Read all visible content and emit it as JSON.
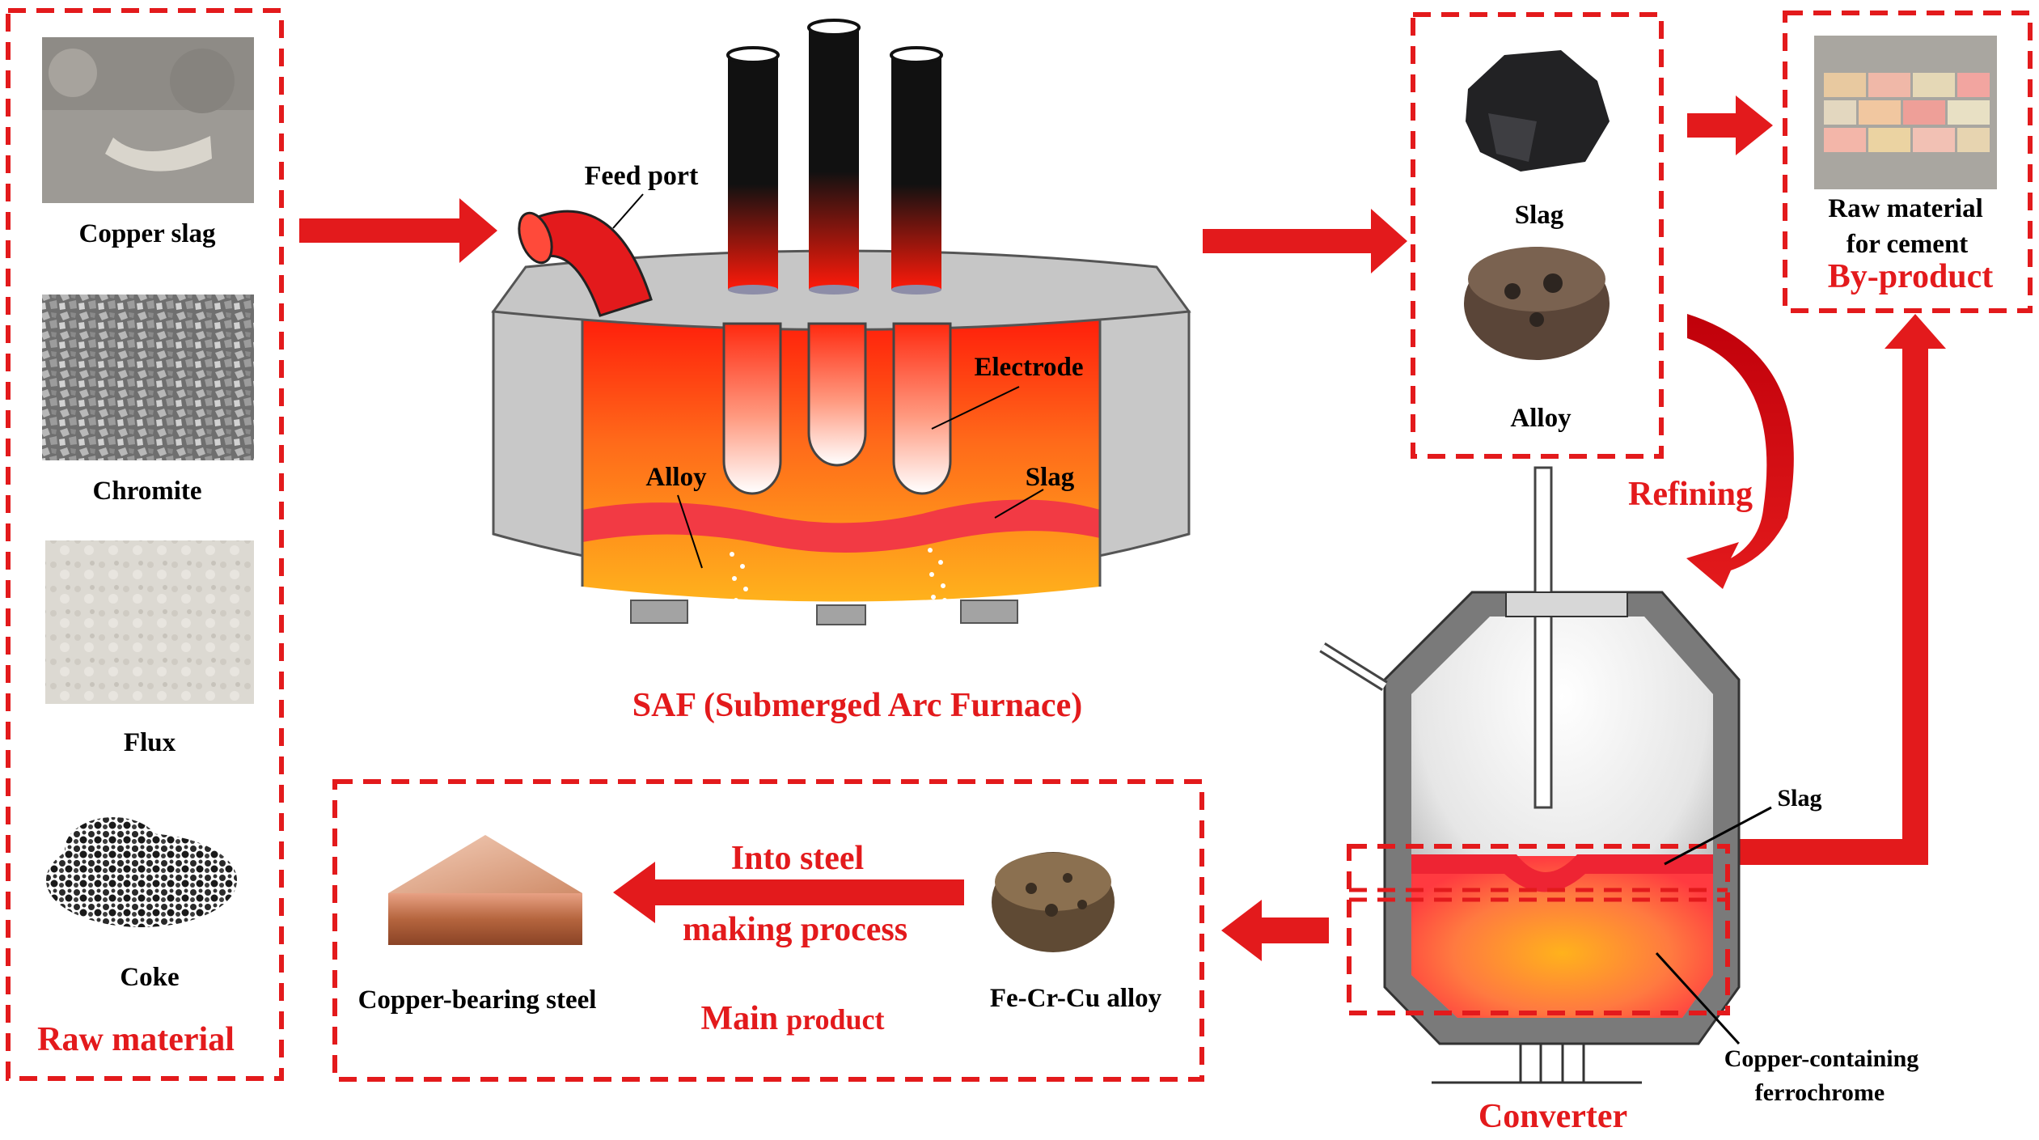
{
  "raw_material": {
    "title": "Raw material",
    "items": [
      "Copper slag",
      "Chromite",
      "Flux",
      "Coke"
    ]
  },
  "saf": {
    "title": "SAF (Submerged Arc Furnace)",
    "feed_port": "Feed port",
    "electrode": "Electrode",
    "alloy": "Alloy",
    "slag": "Slag"
  },
  "products": {
    "slag": "Slag",
    "alloy": "Alloy"
  },
  "byproduct": {
    "label_line1": "Raw material",
    "label_line2": "for cement",
    "title": "By-product"
  },
  "refining": "Refining",
  "converter": {
    "title": "Converter",
    "slag": "Slag",
    "metal_line1": "Copper-containing",
    "metal_line2": "ferrochrome"
  },
  "main_product": {
    "title_main": "Main",
    "title_rest": "product",
    "arrow_line1": "Into steel",
    "arrow_line2": "making process",
    "steel": "Copper-bearing steel",
    "alloy": "Fe-Cr-Cu alloy"
  },
  "colors": {
    "accent_red": "#e31a1c",
    "furnace_grey": "#c8c8c8",
    "molten_orange": "#f7941d"
  }
}
